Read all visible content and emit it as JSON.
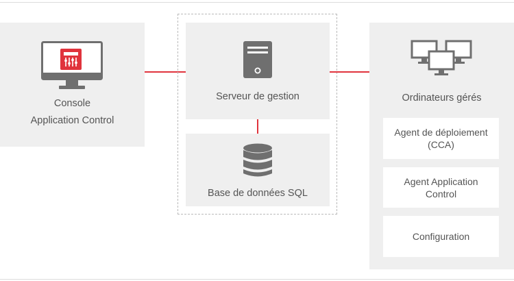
{
  "console": {
    "label_line1": "Console",
    "label_line2": "Application Control",
    "icon": "monitor-app-control-icon"
  },
  "management_server": {
    "label": "Serveur de gestion",
    "icon": "server-tower-icon"
  },
  "database": {
    "label": "Base de données SQL",
    "icon": "database-icon"
  },
  "managed_computers": {
    "label": "Ordinateurs gérés",
    "icon": "multiple-monitors-icon",
    "items": [
      {
        "line1": "Agent de déploiement",
        "line2": "(CCA)"
      },
      {
        "line1": "Agent Application",
        "line2": "Control"
      },
      {
        "line1": "Configuration",
        "line2": ""
      }
    ]
  },
  "colors": {
    "connector": "#e0333c",
    "panel": "#efefef",
    "icon_gray": "#6f6f6f",
    "accent": "#e0333c"
  }
}
